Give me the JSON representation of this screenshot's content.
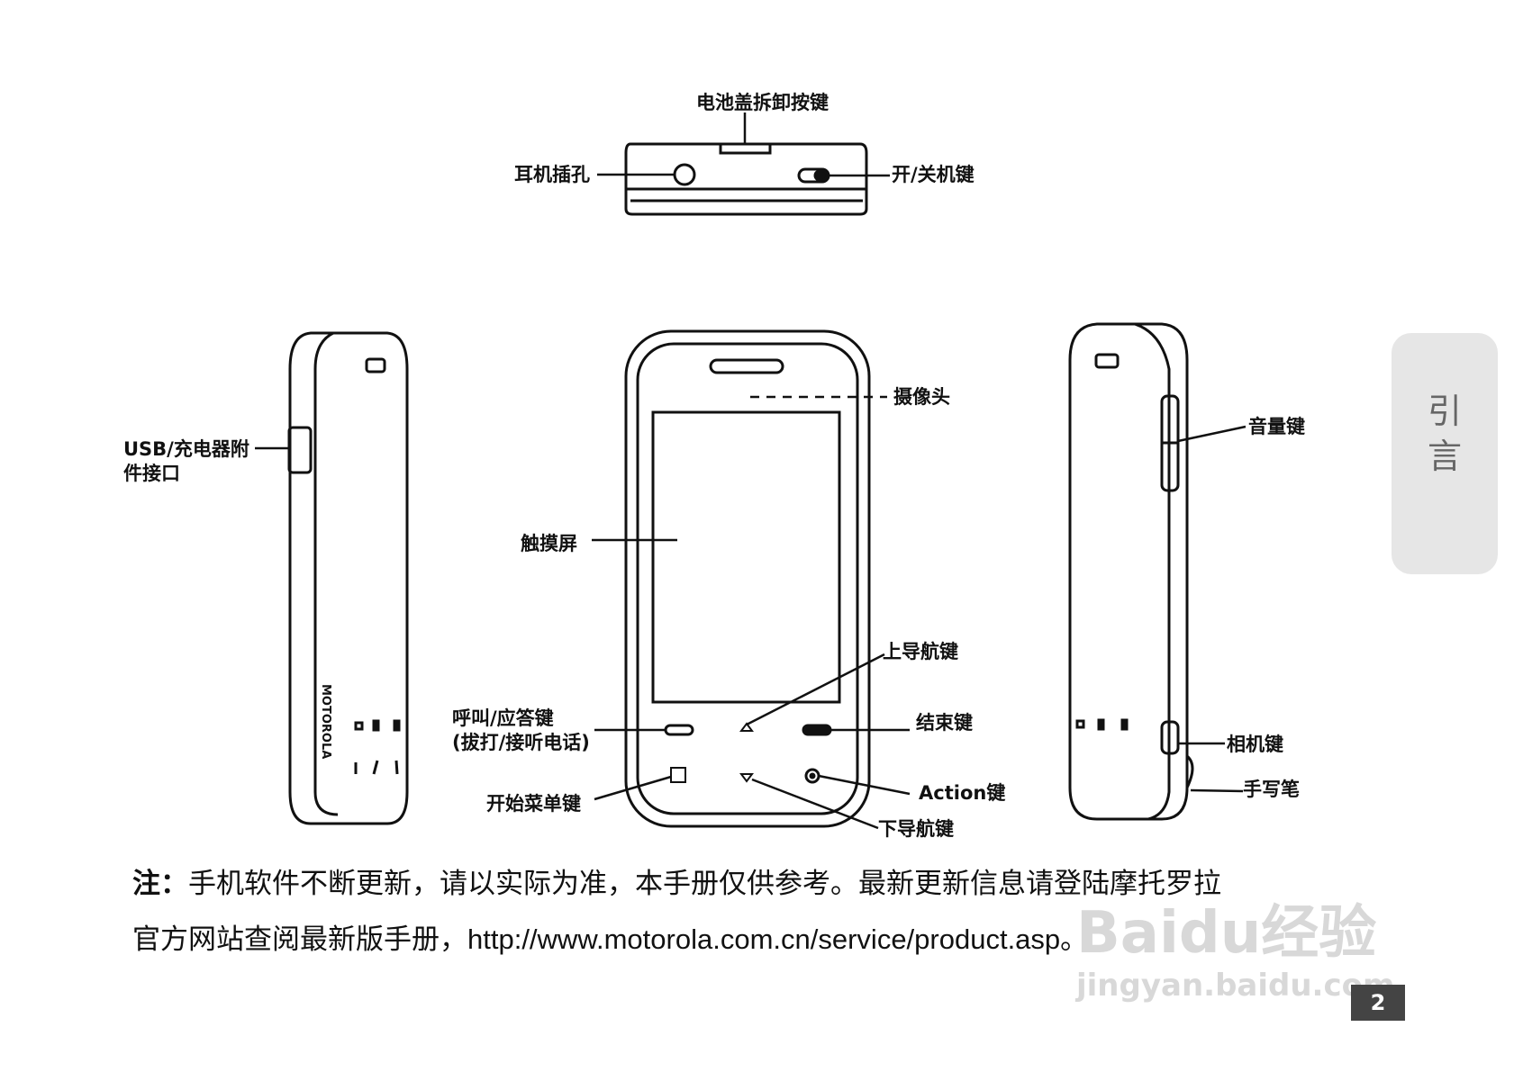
{
  "labels": {
    "battery_cover_release": "电池盖拆卸按键",
    "headset_jack": "耳机插孔",
    "power_key": "开/关机键",
    "usb_charger_port_line1": "USB/充电器附",
    "usb_charger_port_line2": "件接口",
    "camera": "摄像头",
    "volume_key": "音量键",
    "touch_screen": "触摸屏",
    "up_nav_key": "上导航键",
    "call_answer_key_line1": "呼叫/应答键",
    "call_answer_key_line2": "(拔打/接听电话)",
    "end_key": "结束键",
    "camera_key": "相机键",
    "start_menu_key": "开始菜单键",
    "action_key": "Action键",
    "stylus": "手写笔",
    "down_nav_key": "下导航键"
  },
  "note": {
    "prefix": "注：",
    "line1": "手机软件不断更新，请以实际为准，本手册仅供参考。最新更新信息请登陆摩托罗拉",
    "line2_text": "官方网站查阅最新版手册，",
    "url": "http://www.motorola.com.cn/service/product.asp",
    "line2_end": "。"
  },
  "side_tab": {
    "char1": "引",
    "char2": "言"
  },
  "page_number": "2",
  "brand_on_phone": "MOTOROLA",
  "watermark": {
    "logo": "Baidu经验",
    "url": "jingyan.baidu.com"
  }
}
